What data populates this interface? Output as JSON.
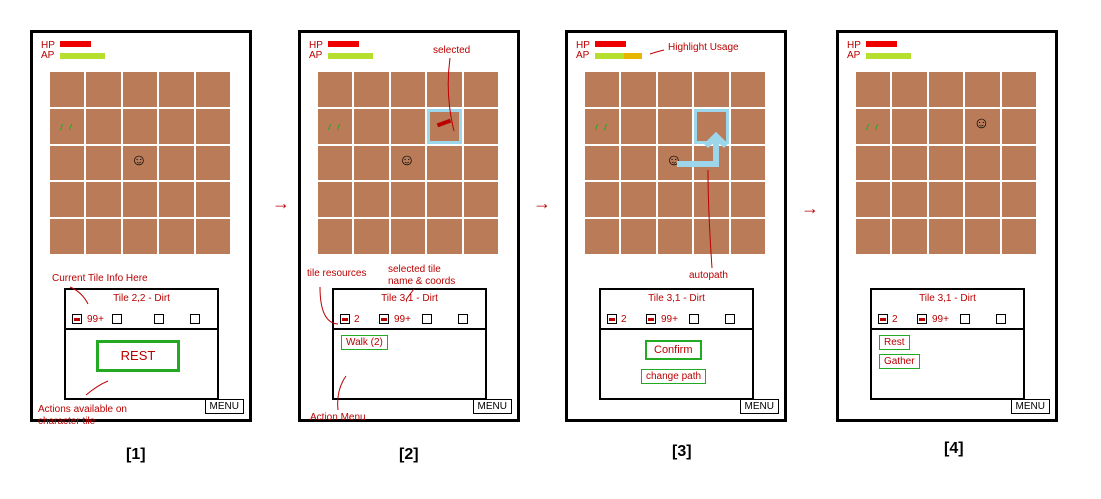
{
  "stats": {
    "hp_label": "HP",
    "ap_label": "AP"
  },
  "screens": [
    {
      "step": "[1]",
      "tile": "Tile 2,2 - Dirt",
      "count1": "99+",
      "action": "REST"
    },
    {
      "step": "[2]",
      "tile": "Tile 3,1 - Dirt",
      "count0": "2",
      "count1": "99+",
      "action": "Walk (2)"
    },
    {
      "step": "[3]",
      "tile": "Tile 3,1 - Dirt",
      "count0": "2",
      "count1": "99+",
      "confirm": "Confirm",
      "change": "change path"
    },
    {
      "step": "[4]",
      "tile": "Tile 3,1 - Dirt",
      "count0": "2",
      "count1": "99+",
      "rest": "Rest",
      "gather": "Gather"
    }
  ],
  "menu_label": "MENU",
  "notes": {
    "current": "Current Tile Info Here",
    "actions": "Actions available on character tile",
    "tile_resources": "tile resources",
    "selected_tile": "selected tile name & coords",
    "action_menu": "Action Menu",
    "selected": "selected",
    "highlight": "Highlight Usage",
    "autopath": "autopath"
  },
  "arrow": "→"
}
